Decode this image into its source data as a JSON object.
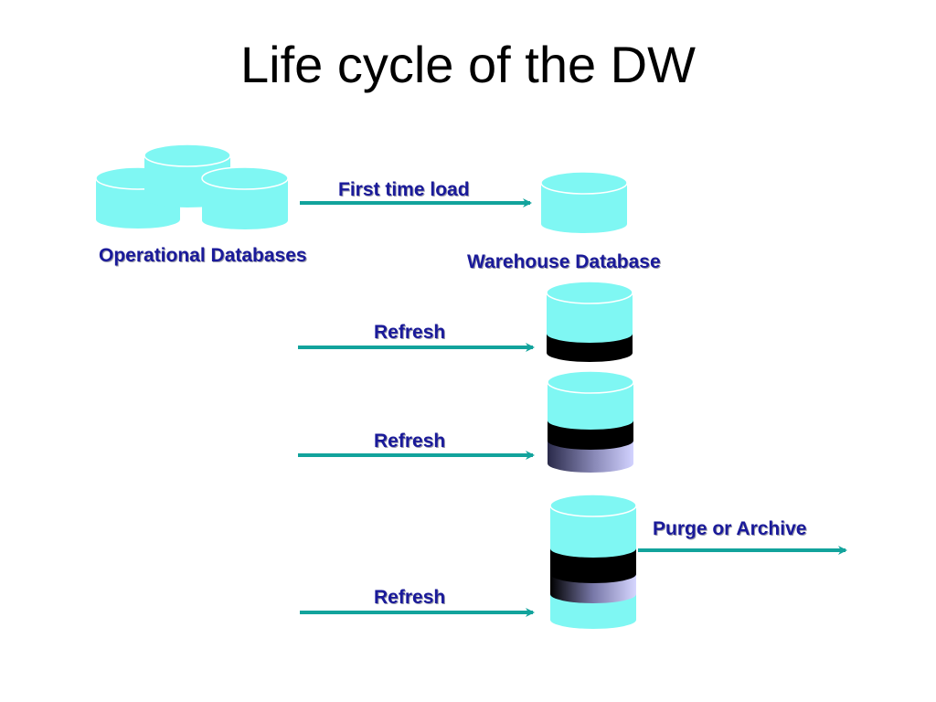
{
  "title": "Life cycle of the DW",
  "labels": {
    "operational": "Operational Databases",
    "first_load": "First time load",
    "warehouse": "Warehouse Database",
    "refresh_1": "Refresh",
    "refresh_2": "Refresh",
    "refresh_3": "Refresh",
    "purge": "Purge or Archive"
  },
  "colors": {
    "cylinder": "#7ff7f3",
    "arrow": "#12a39c",
    "label": "#1a1a9a",
    "new_band": "#000000",
    "aged_band": "#c9c9ff"
  }
}
